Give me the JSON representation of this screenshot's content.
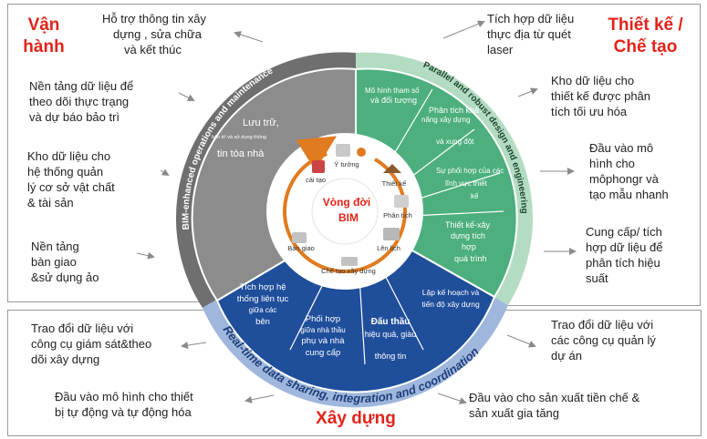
{
  "colors": {
    "red_title": "#e2231a",
    "gray_sector": "#8c8c8c",
    "green_sector": "#4caf7d",
    "blue_sector": "#1f4e9b",
    "outer_ring_gray": "#6f6f6f",
    "outer_ring_green": "#b4dcc3",
    "outer_ring_blue": "#9fb7dd",
    "lifecycle_ring": "#e07b1f"
  },
  "sections": {
    "operation": {
      "title_line1": "Vận",
      "title_line2": "hành"
    },
    "design": {
      "title_line1": "Thiết kế /",
      "title_line2": "Chế tạo"
    },
    "construction": {
      "title": "Xây dựng"
    }
  },
  "notes": {
    "op1": [
      "Hỗ trợ thông tin xây",
      "dựng , sửa chữa",
      "và kết thúc"
    ],
    "op2": [
      "Nền tảng dữ liệu  để",
      "theo dõi thực trạng",
      "và dự báo bảo trì"
    ],
    "op3": [
      "Kho dữ liệu  cho",
      "hệ thống quản",
      "lý cơ sở vật chất",
      "& tài sản"
    ],
    "op4": [
      "Nền tảng",
      "bàn  giao",
      "&sử dụng ảo"
    ],
    "de1": [
      "Tích hợp dữ liệu",
      "thực địa từ quét",
      "laser"
    ],
    "de2": [
      "Kho dữ liệu cho",
      "thiết kế được phân",
      "tích tối ưu hóa"
    ],
    "de3": [
      "Đầu vào mô",
      "hình cho",
      "môphongr và",
      "tạo mẫu nhanh"
    ],
    "de4": [
      "Cung cấp/ tích",
      "hợp dữ liệu để",
      "phân tích hiệu",
      "suất"
    ],
    "co1": [
      "Trao đổi dữ liệu với",
      "công cụ giám sát&theo",
      "dõi xây dựng"
    ],
    "co2": [
      "Đầu vào  mô hình  cho thiết",
      "bị tự động và tự động hóa"
    ],
    "co3": [
      "Trao đổi dữ liệu với",
      "các công cụ quản lý",
      "dự án"
    ],
    "co4": [
      "Đầu vào cho sản xuất tiền chế &",
      "sản xuất gia tăng"
    ]
  },
  "ring_labels": {
    "left": "BIM-enhanced operations and maintenance",
    "right": "Parallel and robust design and engineering",
    "bottom": "Real-time data sharing, integration and coordination"
  },
  "sectors": {
    "gray": {
      "line1": "Lưu trữ,",
      "small1": "bảo trì và sử dụng thông",
      "line2": "tin tòa nhà"
    },
    "green": [
      [
        "Mô hình tham số",
        "và đối tượng"
      ],
      [
        "Phân tích khả",
        "năng xây dựng"
      ],
      [
        "và xung đột"
      ],
      [
        "Sự phối hợp của các",
        "lĩnh vực thiết",
        "kế"
      ],
      [
        "Thiết kế-xây",
        "dựng tích",
        "hợp",
        "quá trình"
      ]
    ],
    "blue": [
      [
        "Tích hợp hệ",
        "thống liên tục",
        "giữa các",
        "bên"
      ],
      [
        "Phối hợp",
        "giữa nhà thầu",
        "phụ và nhà",
        "cung cấp"
      ],
      [
        "Đấu thầu",
        "hiệu quả, giàu",
        "thông tin"
      ],
      [
        "Lập kế hoạch và",
        "tiến độ xây dựng"
      ]
    ]
  },
  "center": {
    "line1": "Vòng đời",
    "line2": "BIM"
  },
  "lifecycle": [
    "Ý tưởng",
    "Thiết kế",
    "Phân tích",
    "Lên lịch",
    "Chế tạo xây dựng",
    "Bàn giao",
    "cải tạo"
  ]
}
